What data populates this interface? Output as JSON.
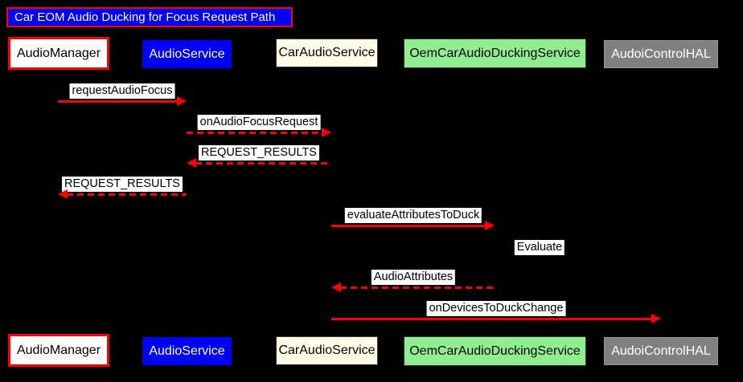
{
  "diagram": {
    "type": "sequence",
    "title": "Car EOM Audio Ducking for Focus Request Path"
  },
  "participants": [
    {
      "id": "audio-manager",
      "label": "AudioManager",
      "fill": "#FFFFFF",
      "border": "#FF0000",
      "text_color": "#000000"
    },
    {
      "id": "audio-service",
      "label": "AudioService",
      "fill": "#0000F5",
      "border": "none",
      "text_color": "#FFFFFF"
    },
    {
      "id": "car-audio-service",
      "label": "CarAudioService",
      "fill": "#FFFDE7",
      "border": "#333333",
      "text_color": "#000000"
    },
    {
      "id": "oem-car-audio-ducking-service",
      "label": "OemCarAudioDuckingService",
      "fill": "#90EE90",
      "border": "#333333",
      "text_color": "#000000"
    },
    {
      "id": "audoi-control-hal",
      "label": "AudoiControlHAL",
      "fill": "#808080",
      "border": "#999999",
      "text_color": "#FFFFFF"
    }
  ],
  "messages": [
    {
      "label": "requestAudioFocus",
      "from": "AudioManager",
      "to": "AudioService",
      "line": "solid"
    },
    {
      "label": "onAudioFocusRequest",
      "from": "AudioService",
      "to": "CarAudioService",
      "line": "dashed"
    },
    {
      "label": "REQUEST_RESULTS",
      "from": "CarAudioService",
      "to": "AudioService",
      "line": "dashed"
    },
    {
      "label": "REQUEST_RESULTS",
      "from": "AudioService",
      "to": "AudioManager",
      "line": "dashed"
    },
    {
      "label": "evaluateAttributesToDuck",
      "from": "CarAudioService",
      "to": "OemCarAudioDuckingService",
      "line": "solid"
    },
    {
      "label": "Evaluate",
      "from": "OemCarAudioDuckingService",
      "to": "OemCarAudioDuckingService",
      "line": "self"
    },
    {
      "label": "AudioAttributes",
      "from": "OemCarAudioDuckingService",
      "to": "CarAudioService",
      "line": "dashed"
    },
    {
      "label": "onDevicesToDuckChange",
      "from": "CarAudioService",
      "to": "AudoiControlHAL",
      "line": "solid"
    }
  ],
  "colors": {
    "background": "#000000",
    "arrow": "#FF0000",
    "message_label_bg": "#FFFFFF",
    "message_label_text": "#000000",
    "title_bg": "#0000F5",
    "title_border": "#FF0000",
    "title_text": "#FFFFFF"
  }
}
